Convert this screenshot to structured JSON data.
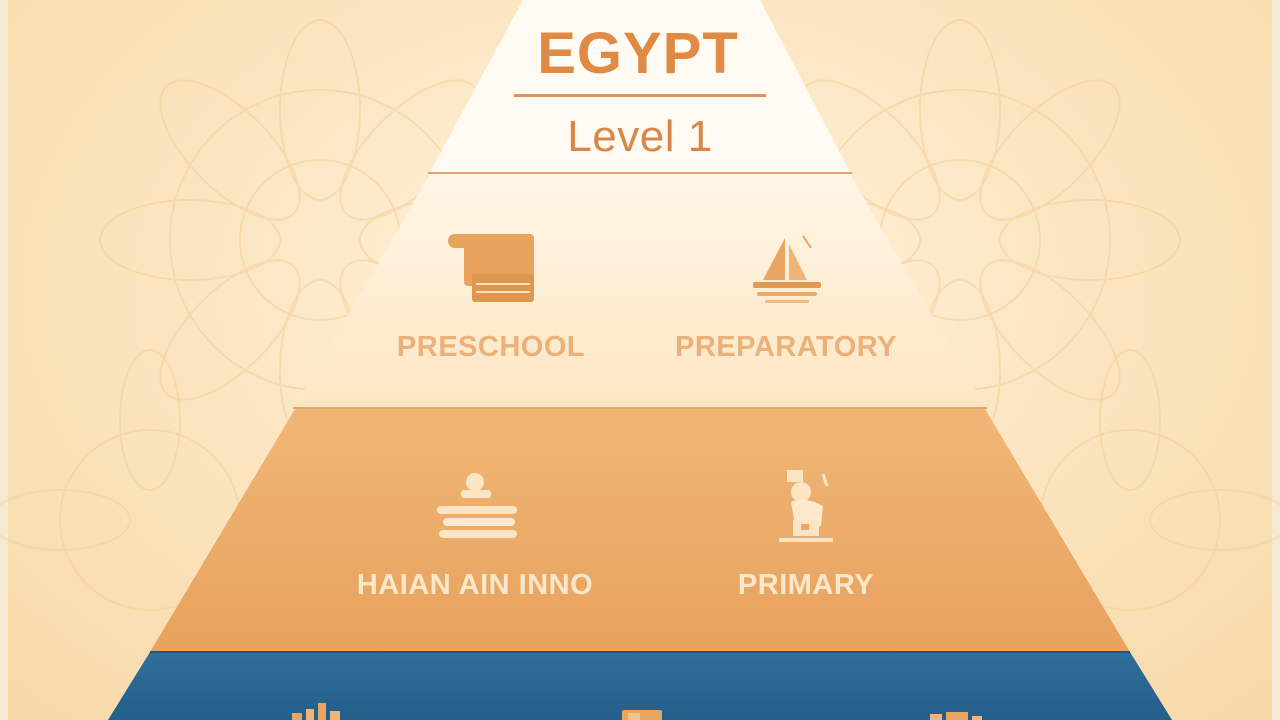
{
  "title": "EGYPT",
  "subtitle": "Level 1",
  "colors": {
    "top_tier": "#fffaf2",
    "second_tier": "#fdeacb",
    "third_tier": "#eca967",
    "base_tier": "#2a6896",
    "accent": "#df8a45"
  },
  "tiers": [
    {
      "items": [
        {
          "label": "PRESCHOOL",
          "icon": "scroll-book-icon"
        },
        {
          "label": "PREPARATORY",
          "icon": "sailboat-icon"
        }
      ]
    },
    {
      "items": [
        {
          "label": "HAIAN AIN INNO",
          "icon": "stacked-books-icon"
        },
        {
          "label": "PRIMARY",
          "icon": "scholar-figure-icon"
        }
      ]
    },
    {
      "items": [
        {
          "label": "",
          "icon": "temple-icon"
        },
        {
          "label": "",
          "icon": "tablet-icon"
        },
        {
          "label": "",
          "icon": "tools-icon"
        }
      ]
    }
  ]
}
